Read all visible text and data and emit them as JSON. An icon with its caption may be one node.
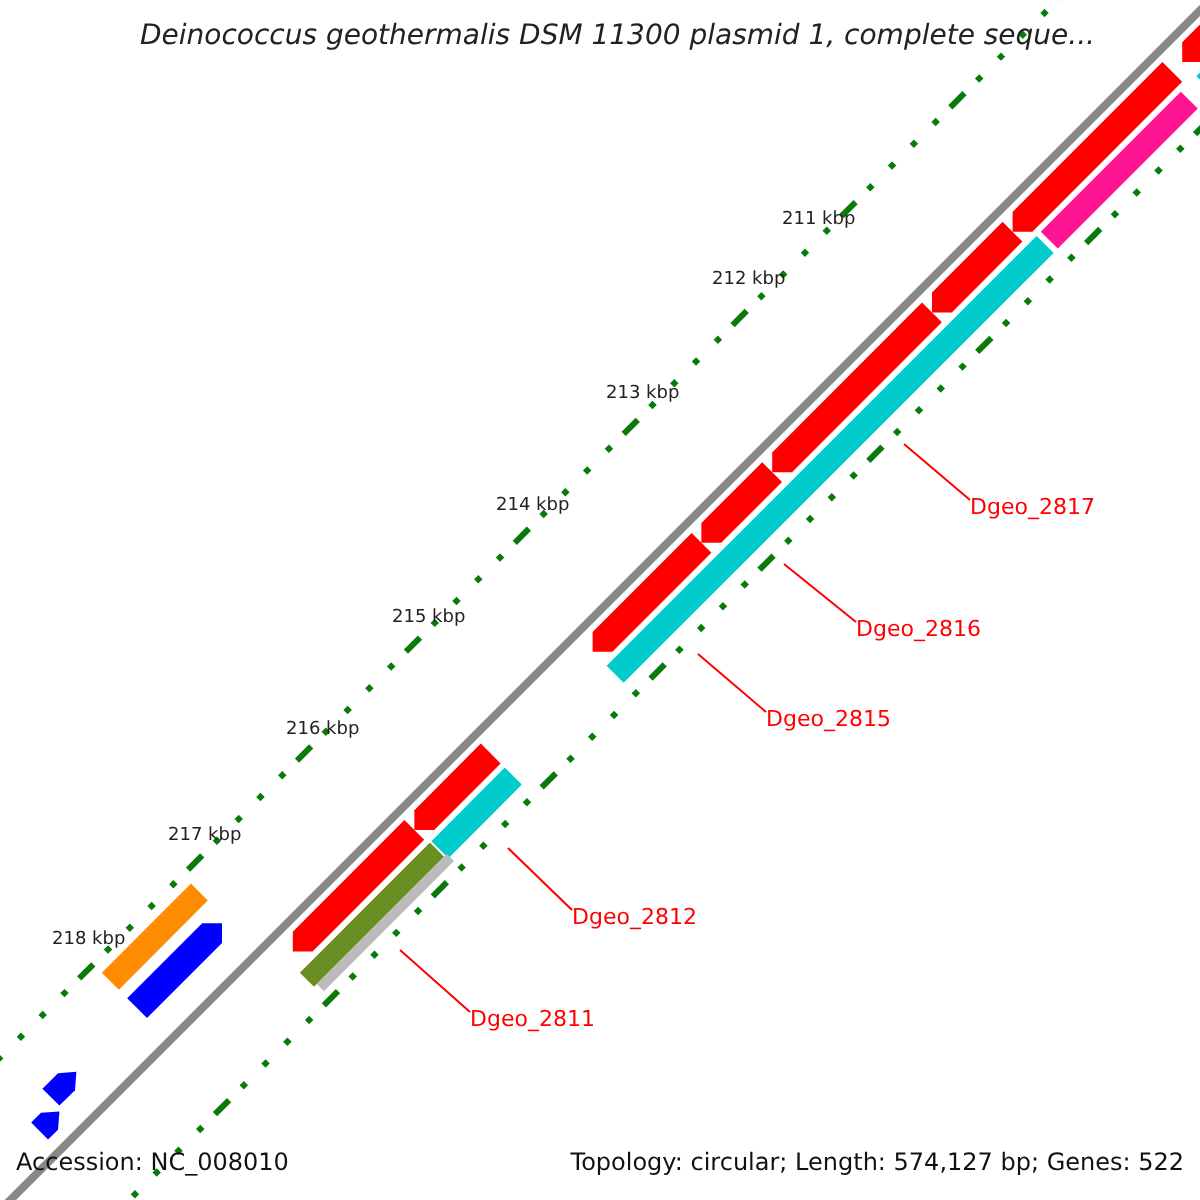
{
  "diagram": {
    "title": "Deinococcus geothermalis DSM 11300 plasmid 1, complete seque...",
    "nodes": [
      {
        "text": [
          "Dgeo_2817"
        ]
      },
      {
        "text": [
          "Dgeo_2816"
        ]
      },
      {
        "text": [
          "Dgeo_2815"
        ]
      },
      {
        "text": [
          "Dgeo_2812"
        ]
      },
      {
        "text": [
          "Dgeo_2811"
        ]
      }
    ],
    "edges": [
      {
        "from": 0,
        "to": null,
        "arrow": "none"
      },
      {
        "from": 1,
        "to": null,
        "arrow": "none"
      },
      {
        "from": 2,
        "to": null,
        "arrow": "none"
      },
      {
        "from": 3,
        "to": null,
        "arrow": "none"
      },
      {
        "from": 4,
        "to": null,
        "arrow": "none"
      }
    ],
    "labels": [
      "211 kbp",
      "212 kbp",
      "213 kbp",
      "214 kbp",
      "215 kbp",
      "216 kbp",
      "217 kbp",
      "218 kbp",
      "Accession: NC_008010",
      "Topology: circular; Length: 574,127 bp; Genes: 522"
    ]
  }
}
